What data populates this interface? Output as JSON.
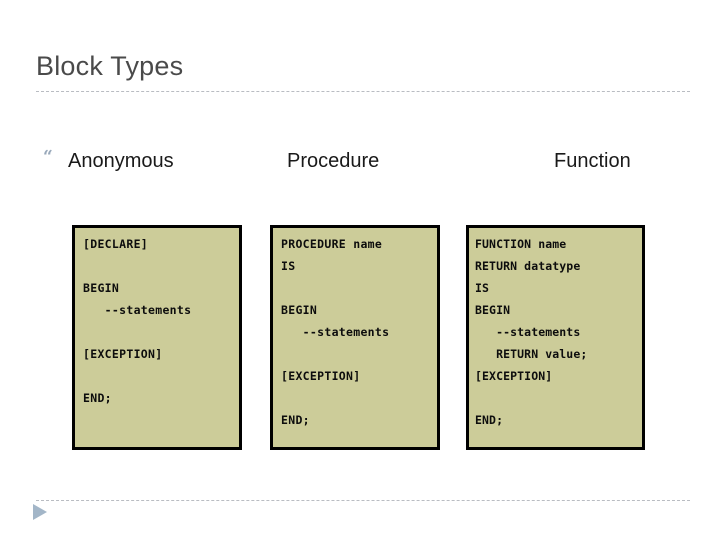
{
  "slide": {
    "title": "Block Types",
    "background_color": "#ffffff",
    "rule_color": "#b9bcc2"
  },
  "columns": [
    {
      "id": "anonymous",
      "header": "Anonymous",
      "bullet_icon": "quote-bullet-icon",
      "bullet_glyph": "“",
      "code": "[DECLARE]\n\nBEGIN\n   --statements\n\n[EXCEPTION]\n\nEND;"
    },
    {
      "id": "procedure",
      "header": "Procedure",
      "code": "PROCEDURE name\nIS\n\nBEGIN\n   --statements\n\n[EXCEPTION]\n\nEND;"
    },
    {
      "id": "function",
      "header": "Function",
      "code": "FUNCTION name\nRETURN datatype\nIS\nBEGIN\n   --statements\n   RETURN value;\n[EXCEPTION]\n\nEND;"
    }
  ],
  "code_box_style": {
    "fill_color": "#cccc99",
    "border_color": "#000000"
  },
  "navigation": {
    "next_arrow_icon": "play-triangle-icon",
    "next_arrow_color": "#a3b6c8"
  }
}
